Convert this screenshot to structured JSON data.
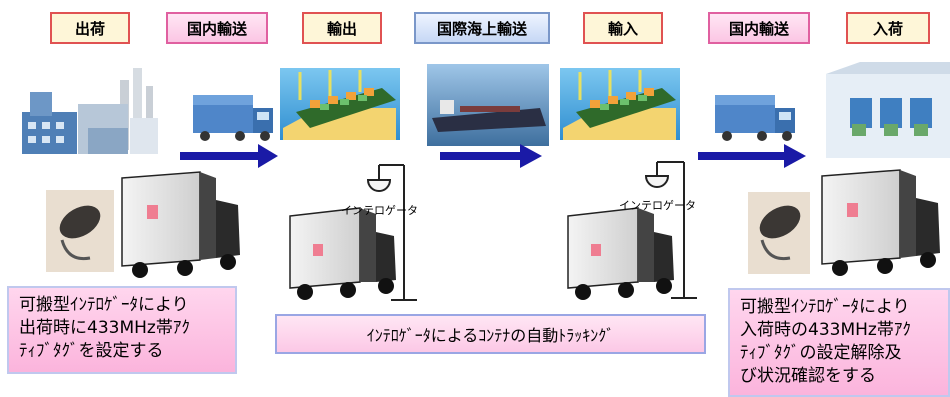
{
  "stages": {
    "shipping": "出荷",
    "domestic_transport_1": "国内輸送",
    "export": "輸出",
    "ocean_transport": "国際海上輸送",
    "import": "輸入",
    "domestic_transport_2": "国内輸送",
    "arrival": "入荷"
  },
  "labels": {
    "interrogator_1": "インテロゲータ",
    "interrogator_2": "インテロゲータ"
  },
  "notes": {
    "left": "可搬型ｲﾝﾃﾛｹﾞｰﾀにより\n出荷時に433MHz帯ｱｸ\nﾃｨﾌﾞﾀｸﾞを設定する",
    "center": "ｲﾝﾃﾛｹﾞｰﾀによるｺﾝﾃﾅの自動ﾄﾗｯｷﾝｸﾞ",
    "right": "可搬型ｲﾝﾃﾛｹﾞｰﾀにより\n入荷時の433MHz帯ｱｸ\nﾃｨﾌﾞﾀｸﾞの設定解除及\nび状況確認をする"
  },
  "colors": {
    "arrow": "#1a1aa6",
    "beige_fill": "#fef6d8",
    "beige_border": "#e05252",
    "pink_fill": "#fbc6e4",
    "blue_fill": "#c6d8f5"
  }
}
